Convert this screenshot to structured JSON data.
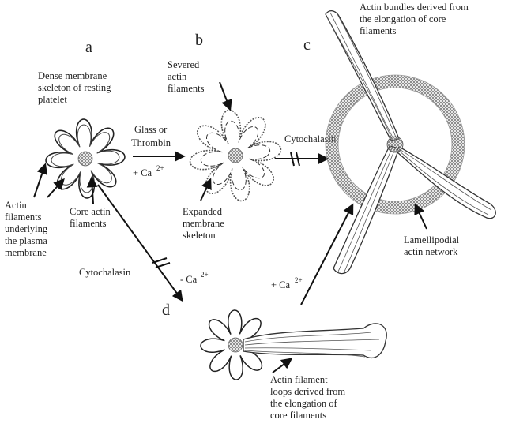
{
  "panels": {
    "a": "a",
    "b": "b",
    "c": "c",
    "d": "d"
  },
  "labels": {
    "resting": [
      "Dense membrane",
      "skeleton of resting",
      "platelet"
    ],
    "actin_filaments": [
      "Actin",
      "filaments",
      "underlying",
      "the plasma",
      "membrane"
    ],
    "core_actin": [
      "Core actin",
      "filaments"
    ],
    "glass_thrombin": [
      "Glass or",
      "Thrombin"
    ],
    "ca_plus_b": "+ Ca",
    "superscript": "2+",
    "severed": [
      "Severed",
      "actin",
      "filaments"
    ],
    "expanded": [
      "Expanded",
      "membrane",
      "skeleton"
    ],
    "cytochalasin_bc": "Cytochalasin",
    "actin_bundles": [
      "Actin bundles derived from",
      "the elongation of core",
      "filaments"
    ],
    "lamellipodial": [
      "Lamellipodial",
      "actin network"
    ],
    "cytochalasin_ad": "Cytochalasin",
    "ca_minus": "- Ca",
    "ca_plus_d": "+ Ca",
    "loops": [
      "Actin filament",
      "loops derived from",
      "the elongation of",
      "core filaments"
    ]
  }
}
